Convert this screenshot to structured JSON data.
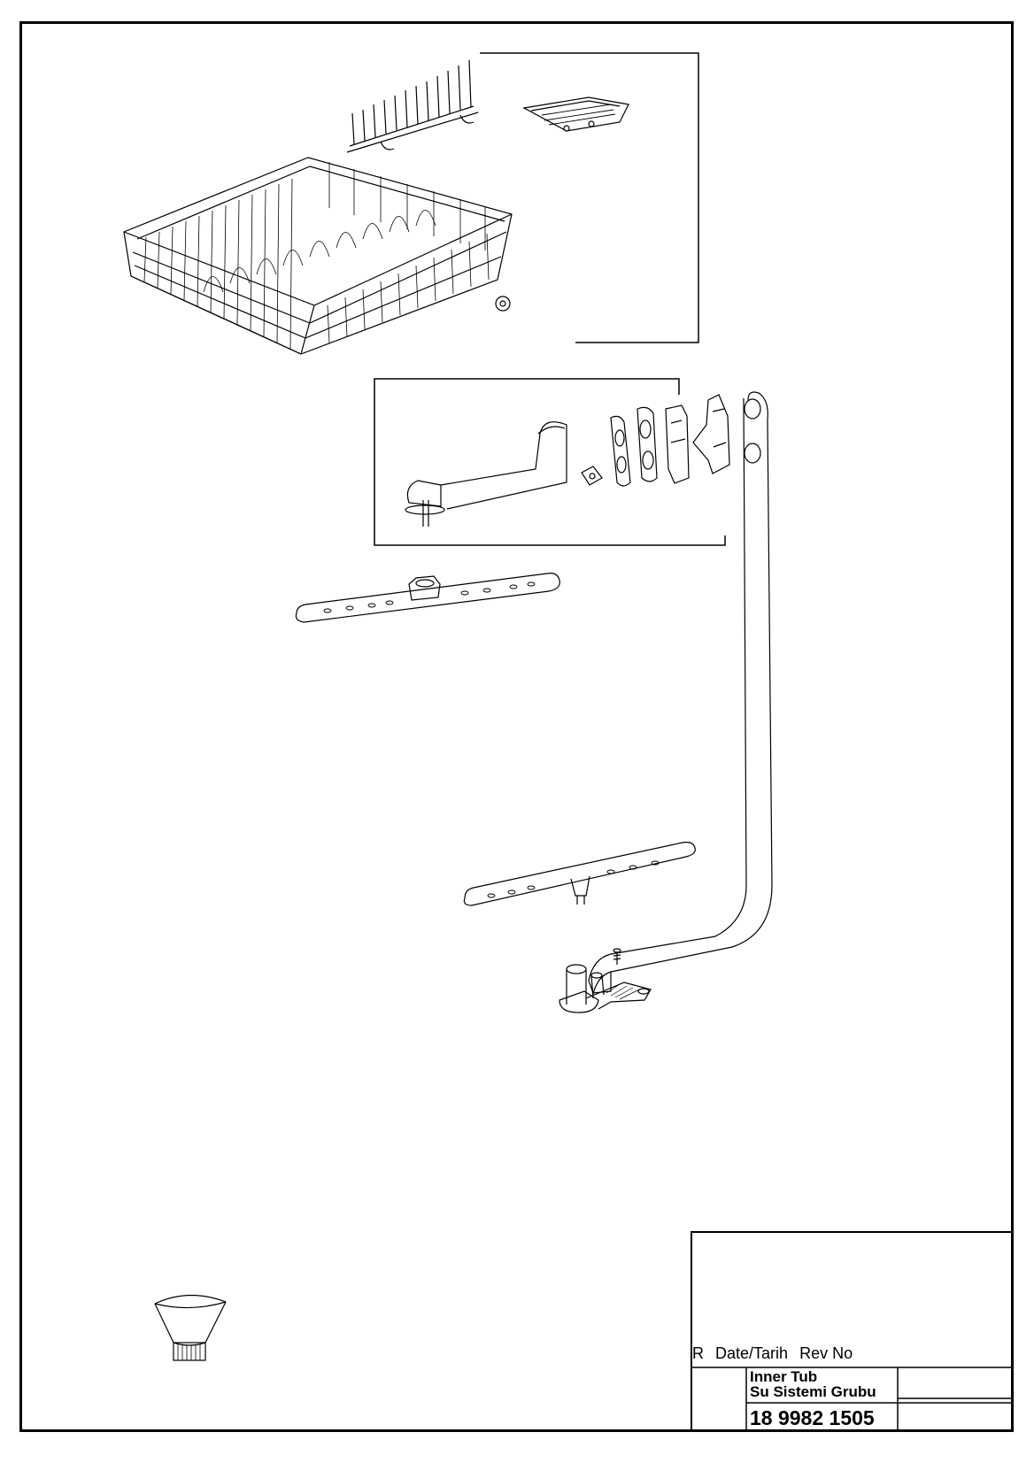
{
  "document": {
    "title_block": {
      "revision_header": {
        "r_label": "R",
        "date_label": "Date/Tarih",
        "rev_label": "Rev No"
      },
      "title_line1": "Inner Tub",
      "title_line2": "Su Sistemi Grubu",
      "drawing_number": "18 9982 1505"
    },
    "parts": [
      "upper-basket",
      "cup-rack",
      "cutlery-holder",
      "upper-spray-arm-pipe",
      "pipe-clips",
      "water-supply-pipe",
      "upper-spray-arm",
      "lower-spray-arm",
      "sump-assembly",
      "screw",
      "salt-funnel"
    ]
  }
}
